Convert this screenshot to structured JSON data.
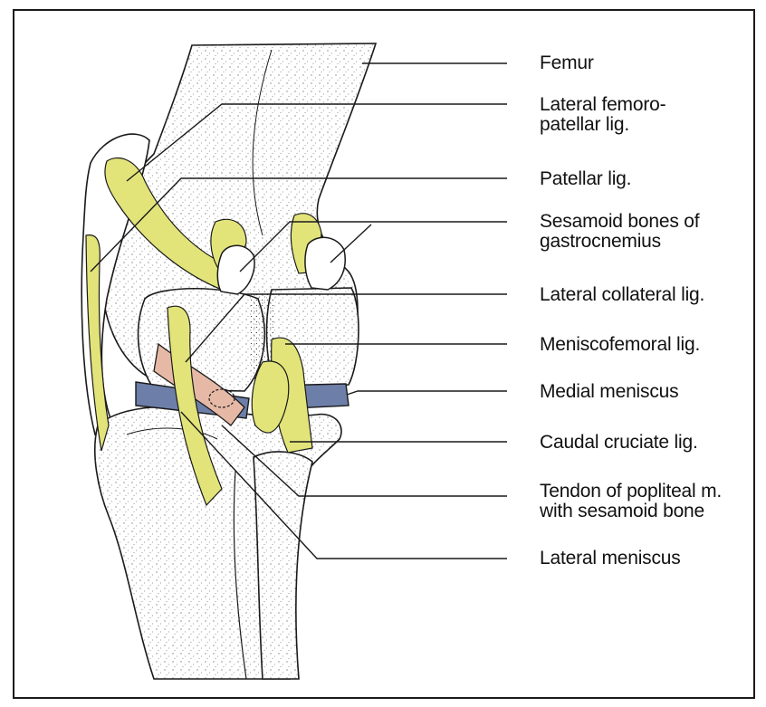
{
  "diagram": {
    "labels": [
      {
        "id": "femur",
        "text": "Femur"
      },
      {
        "id": "lateral-femoropatellar-lig",
        "text": "Lateral femoro-\npatellar lig."
      },
      {
        "id": "patellar-lig",
        "text": "Patellar lig."
      },
      {
        "id": "sesamoid-bones",
        "text": "Sesamoid bones of\ngastrocnemius"
      },
      {
        "id": "lateral-collateral-lig",
        "text": "Lateral collateral lig."
      },
      {
        "id": "meniscofemoral-lig",
        "text": "Meniscofemoral lig."
      },
      {
        "id": "medial-meniscus",
        "text": "Medial meniscus"
      },
      {
        "id": "caudal-cruciate-lig",
        "text": "Caudal cruciate lig."
      },
      {
        "id": "tendon-popliteal",
        "text": "Tendon of popliteal m.\nwith sesamoid bone"
      },
      {
        "id": "lateral-meniscus",
        "text": "Lateral meniscus"
      }
    ],
    "colors": {
      "ligament": "#e2e47a",
      "meniscus": "#6d7fa8",
      "tendon": "#e6b9a6",
      "bone": "#ffffff",
      "outline": "#1a1a1a",
      "leader": "#1a1a1a"
    }
  }
}
